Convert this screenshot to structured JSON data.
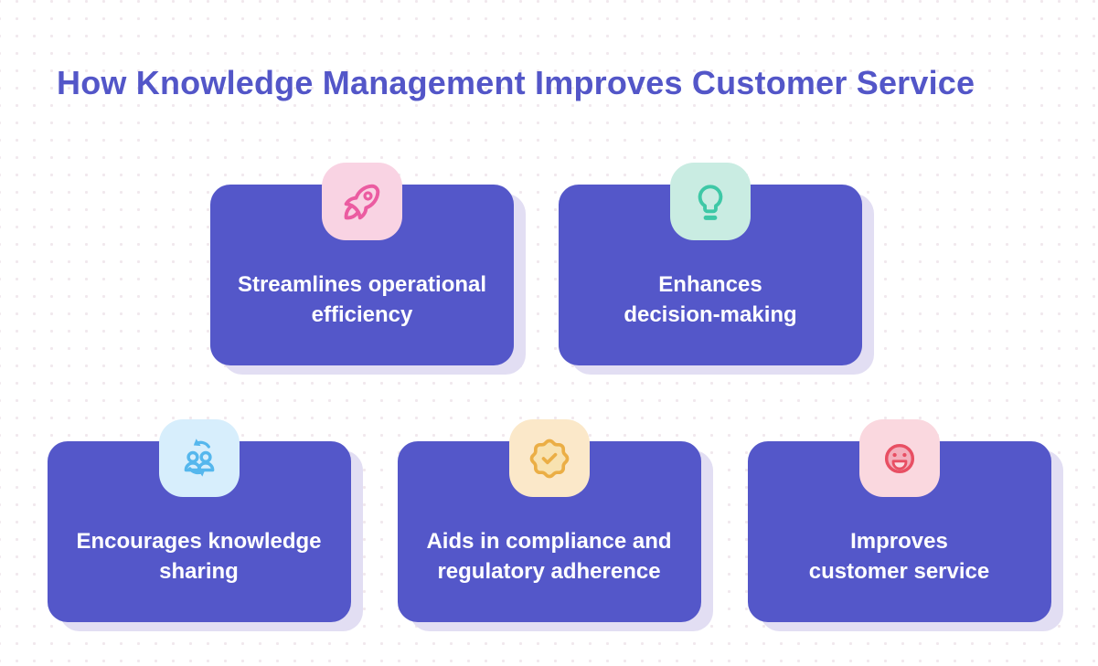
{
  "title": {
    "text": "How Knowledge Management Improves Customer Service",
    "color": "#5356C8"
  },
  "colors": {
    "background": "#FFFFFF",
    "dot_grid": "#F1E8ED",
    "card_background": "#5457C9",
    "card_text": "#FFFFFF",
    "card_shadow": "#E2DEF3"
  },
  "cards": [
    {
      "name": "streamlines-operational-efficiency",
      "icon": "rocket-icon",
      "icon_color": "#EB5CA1",
      "icon_background": "#F9D3E3",
      "lines": [
        "Streamlines operational",
        "efficiency"
      ]
    },
    {
      "name": "enhances-decision-making",
      "icon": "lightbulb-icon",
      "icon_color": "#3EC8A6",
      "icon_background": "#C9ECE2",
      "lines": [
        "Enhances",
        "decision-making"
      ]
    },
    {
      "name": "encourages-knowledge-sharing",
      "icon": "people-sync-icon",
      "icon_color": "#55B7ED",
      "icon_background": "#D7EEFC",
      "lines": [
        "Encourages knowledge",
        "sharing"
      ]
    },
    {
      "name": "aids-in-compliance-and-regulatory-adherence",
      "icon": "seal-check-icon",
      "icon_color": "#EBAE45",
      "icon_background": "#FBE8C9",
      "lines": [
        "Aids in compliance and",
        "regulatory adherence"
      ]
    },
    {
      "name": "improves-customer-service",
      "icon": "smiley-icon",
      "icon_color": "#E84F63",
      "icon_background": "#FAD8DF",
      "lines": [
        "Improves",
        "customer service"
      ]
    }
  ]
}
